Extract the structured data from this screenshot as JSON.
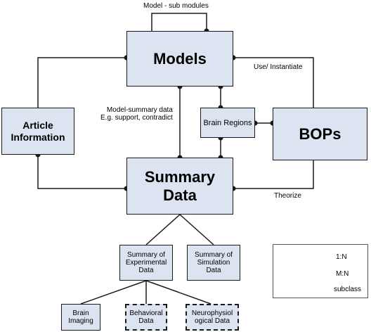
{
  "nodes": {
    "models": "Models",
    "summary_data": "Summary\nData",
    "article_information": "Article\nInformation",
    "bops": "BOPs",
    "brain_regions": "Brain Regions",
    "summary_experimental": "Summary of\nExperimental\nData",
    "summary_simulation": "Summary of\nSimulation\nData",
    "brain_imaging": "Brain\nImaging",
    "behavioral_data": "Behavioral\nData",
    "neurophysiological_data": "Neurophysiol\nogical Data"
  },
  "edge_labels": {
    "model_sub_modules": "Model - sub modules",
    "use_instantiate": "Use/ Instantiate",
    "model_summary": "Model-summary data\nE.g. support, contradict",
    "theorize": "Theorize"
  },
  "legend": {
    "one_to_n": "1:N",
    "m_to_n": "M:N",
    "subclass": "subclass"
  },
  "colors": {
    "box_fill": "#dce4f2",
    "line": "#1a1a1a"
  }
}
